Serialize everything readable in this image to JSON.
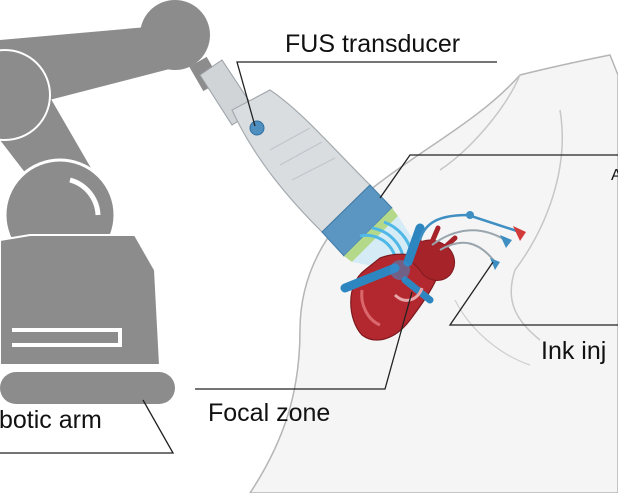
{
  "labels": {
    "fus_transducer": "FUS transducer",
    "robotic_arm": "botic arm",
    "focal_zone": "Focal zone",
    "ink_injection": "Ink inj",
    "cut_marker": "A"
  },
  "colors": {
    "robot_gray": "#8c8c8c",
    "robot_dark": "#6f6f6f",
    "transducer_body": "#d9dde0",
    "transducer_blue": "#5b96c2",
    "ultrasound_wave": "#4fb8e6",
    "heart_red": "#b3282e",
    "vessel_blue": "#2e86c1",
    "body_outline": "#9a9a9a",
    "leader_line": "#222222"
  }
}
